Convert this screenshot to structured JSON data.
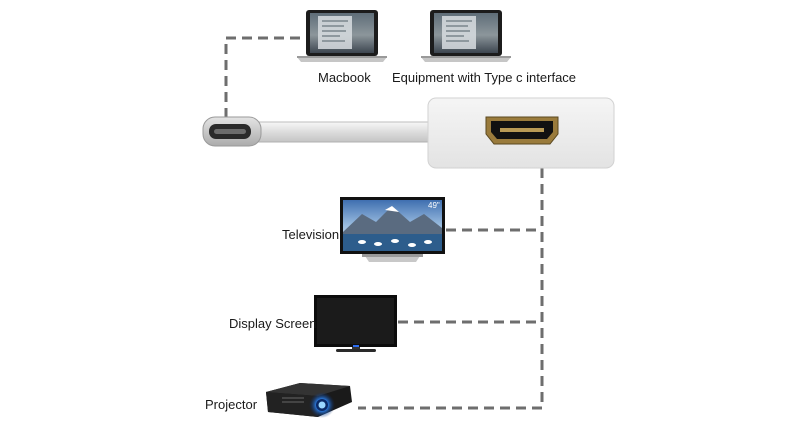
{
  "devices": {
    "macbook_label": "Macbook",
    "typec_label": "Equipment with Type c interface",
    "television_label": "Television",
    "display_label": "Display Screen",
    "projector_label": "Projector",
    "tv_screen_size": "49\""
  },
  "colors": {
    "connector_line": "#6e6e6e",
    "adapter_body": "#eeeeee",
    "hdmi_port": "#111111"
  },
  "icons": [
    "laptop-icon",
    "usb-c-plug-icon",
    "hdmi-port-icon",
    "television-icon",
    "monitor-icon",
    "projector-icon"
  ]
}
